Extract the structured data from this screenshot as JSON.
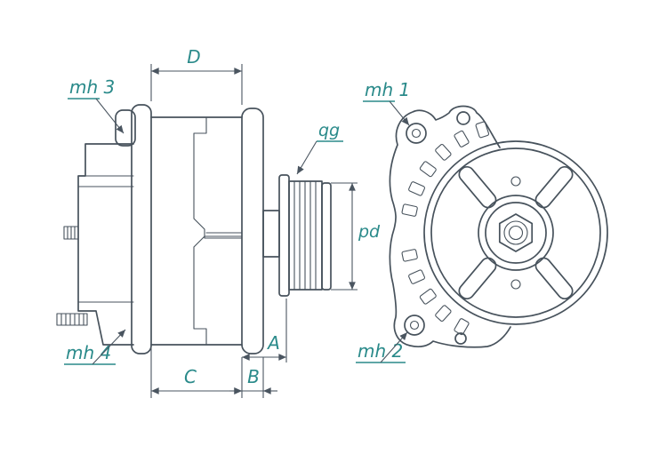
{
  "colors": {
    "background": "#ffffff",
    "drawing_line": "#47525c",
    "label_text": "#2a8a8a"
  },
  "labels": {
    "dim_d": "D",
    "dim_c": "C",
    "dim_b": "B",
    "dim_a": "A",
    "pulley_pitch_diameter": "pd",
    "pulley_grooves": "qg",
    "mount_hole_1": "mh 1",
    "mount_hole_2": "mh 2",
    "mount_hole_3": "mh 3",
    "mount_hole_4": "mh 4"
  }
}
